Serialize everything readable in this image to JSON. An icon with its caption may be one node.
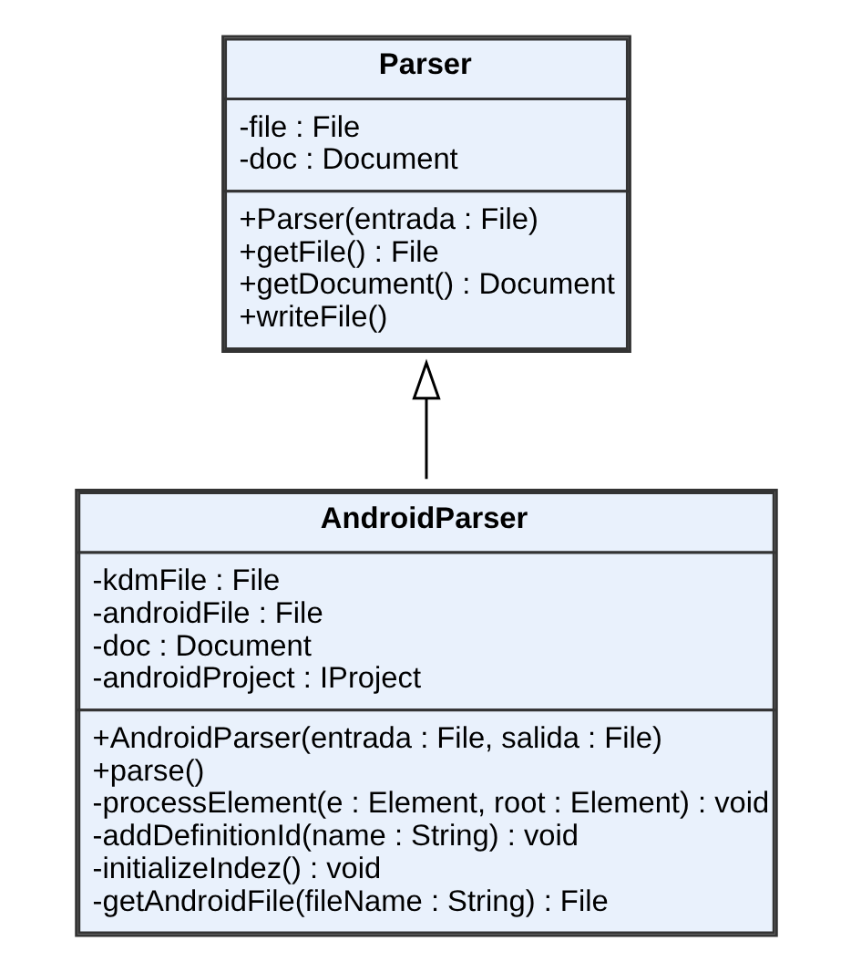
{
  "diagram": {
    "nodes": [
      {
        "text": [
          "Parser",
          "-file : File",
          "-doc : Document",
          "+Parser(entrada : File)",
          "+getFile() : File",
          "+getDocument() : Document",
          "+writeFile()"
        ]
      },
      {
        "text": [
          "AndroidParser",
          "-kdmFile : File",
          "-androidFile : File",
          "-doc : Document",
          "-androidProject : IProject",
          "+AndroidParser(entrada : File, salida : File)",
          "+parse()",
          "-processElement(e : Element, root : Element) : void",
          "-addDefinitionId(name : String) : void",
          "-initializeIndez() : void",
          "-getAndroidFile(fileName : String) : File"
        ]
      }
    ],
    "edges": [
      {
        "from": 1,
        "to": 0,
        "arrow": "to"
      }
    ]
  }
}
